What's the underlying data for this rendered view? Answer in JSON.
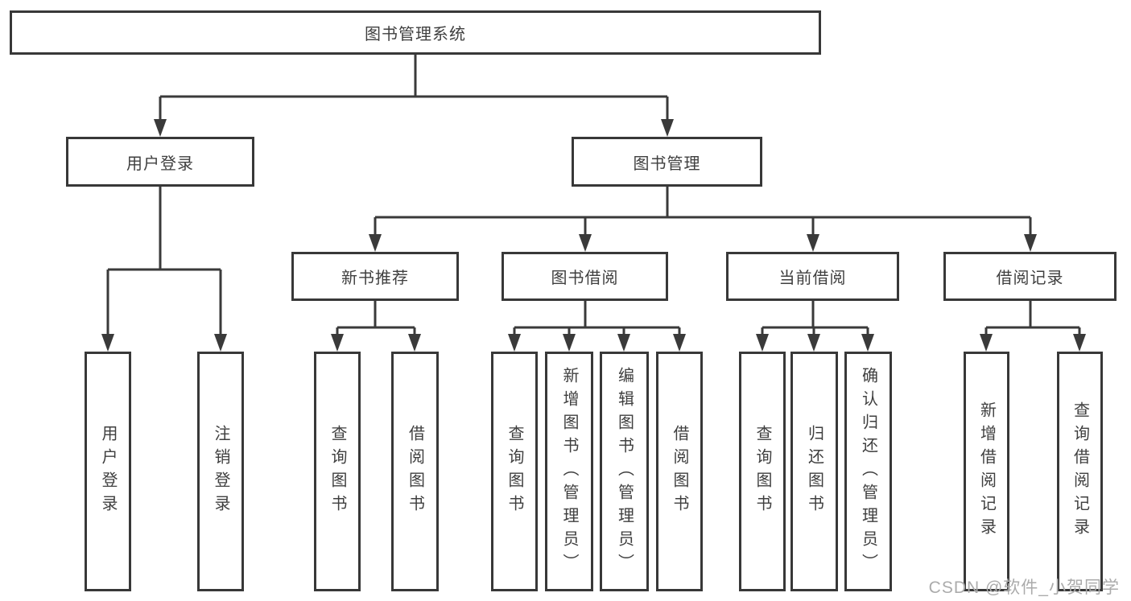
{
  "diagram": {
    "root": {
      "label": "图书管理系统"
    },
    "level2": [
      {
        "label": "用户登录"
      },
      {
        "label": "图书管理"
      }
    ],
    "level3": [
      {
        "label": "新书推荐"
      },
      {
        "label": "图书借阅"
      },
      {
        "label": "当前借阅"
      },
      {
        "label": "借阅记录"
      }
    ],
    "leaves": [
      {
        "label": "用户登录"
      },
      {
        "label": "注销登录"
      },
      {
        "label": "查询图书"
      },
      {
        "label": "借阅图书"
      },
      {
        "label": "查询图书"
      },
      {
        "label": "新增图书（管理员）"
      },
      {
        "label": "编辑图书（管理员）"
      },
      {
        "label": "借阅图书"
      },
      {
        "label": "查询图书"
      },
      {
        "label": "归还图书"
      },
      {
        "label": "确认归还（管理员）"
      },
      {
        "label": "新增借阅记录"
      },
      {
        "label": "查询借阅记录"
      }
    ]
  },
  "watermark": "CSDN @软件_小贺同学",
  "colors": {
    "line": "#3a3a3a",
    "border": "#383838",
    "text": "#3f3f3f",
    "watermark": "#ababab",
    "background": "#ffffff"
  }
}
